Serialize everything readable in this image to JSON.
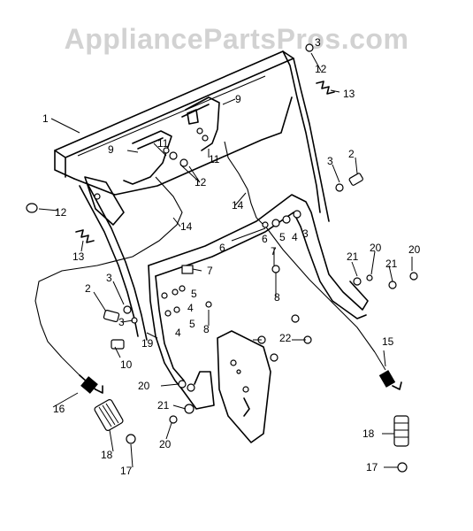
{
  "watermark": "AppliancePartsPros.com",
  "callouts": {
    "c1": "1",
    "c2a": "2",
    "c2b": "2",
    "c3a": "3",
    "c3b": "3",
    "c3c": "3",
    "c3d": "3",
    "c4a": "4",
    "c4b": "4",
    "c4c": "4",
    "c5a": "5",
    "c5b": "5",
    "c5c": "5",
    "c6a": "6",
    "c6b": "6",
    "c7a": "7",
    "c7b": "7",
    "c8a": "8",
    "c8b": "8",
    "c9a": "9",
    "c9b": "9",
    "c10": "10",
    "c11a": "11",
    "c11b": "11",
    "c12a": "12",
    "c12b": "12",
    "c12c": "12",
    "c13a": "13",
    "c13b": "13",
    "c14a": "14",
    "c14b": "14",
    "c15": "15",
    "c16": "16",
    "c17a": "17",
    "c17b": "17",
    "c18a": "18",
    "c18b": "18",
    "c19": "19",
    "c20a": "20",
    "c20b": "20",
    "c20c": "20",
    "c20d": "20",
    "c21a": "21",
    "c21b": "21",
    "c21c": "21",
    "c22": "22"
  }
}
